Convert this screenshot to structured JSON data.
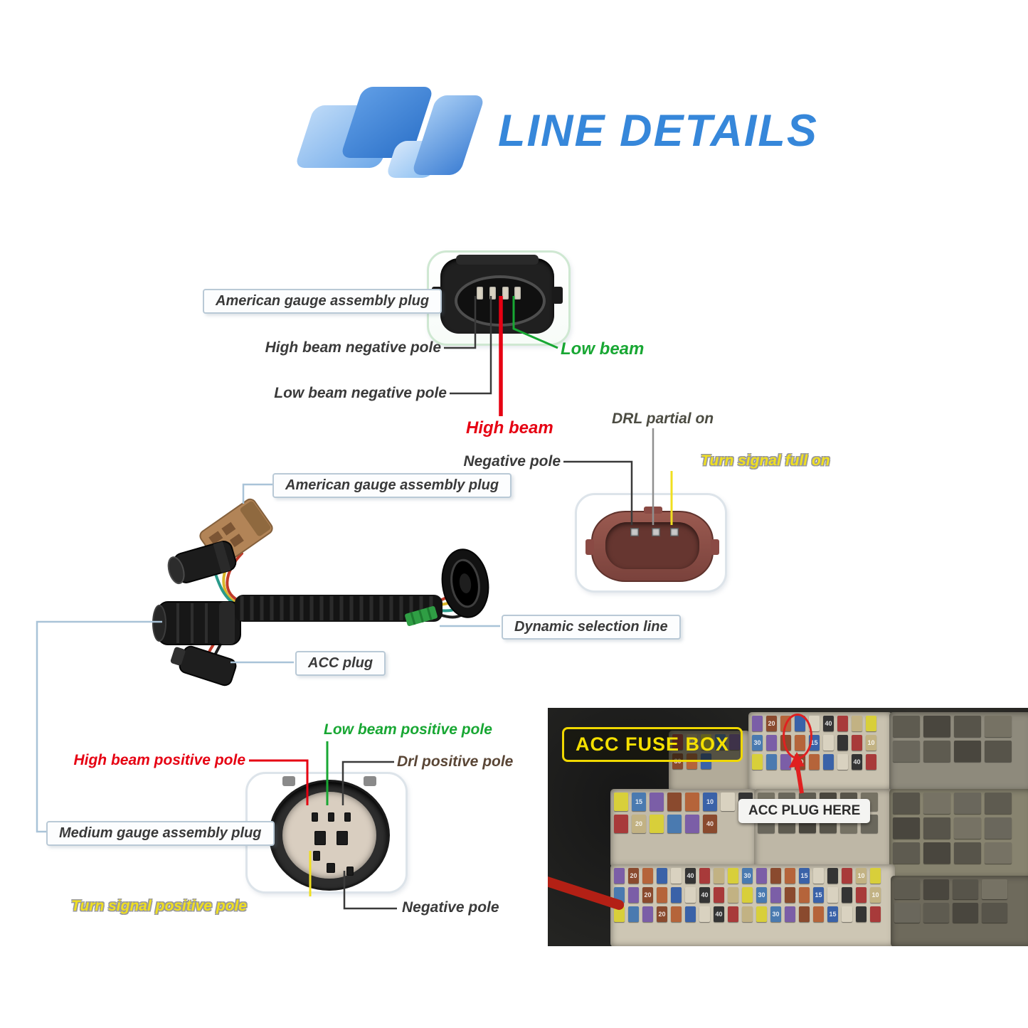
{
  "header": {
    "title": "LINE DETAILS"
  },
  "colors": {
    "title_blue": "#3687da",
    "high_beam": "#e60012",
    "low_beam": "#18a733",
    "turn_signal": "#f0df20",
    "drl": "#4c4c42",
    "drl_brown": "#5a4636",
    "dark_line": "#3a3a3a",
    "callout_gray": "#a9c3d8",
    "mid_gray": "#8f8f8f"
  },
  "connectors": {
    "top_plug_label": "American gauge assembly plug",
    "mid_plug_label": "American gauge assembly plug",
    "bottom_plug_label": "Medium gauge assembly plug",
    "acc_plug_label": "ACC plug",
    "dynamic_line_label": "Dynamic selection line"
  },
  "pins": {
    "high_beam_negative": "High beam negative pole",
    "low_beam_negative": "Low beam negative pole",
    "low_beam": "Low beam",
    "high_beam": "High beam",
    "drl_partial_on": "DRL partial on",
    "negative_mid": "Negative pole",
    "turn_signal_full_on": "Turn signal  full on",
    "low_beam_positive": "Low beam positive pole",
    "drl_positive": "Drl positive pole",
    "high_beam_positive": "High beam positive pole",
    "turn_signal_positive": "Turn signal positive pole",
    "negative_bottom": "Negative pole"
  },
  "fuse_box": {
    "title": "ACC FUSE BOX",
    "callout": "ACC PLUG HERE",
    "fuse_markings": [
      "30",
      "40",
      "20",
      "10",
      "15"
    ]
  }
}
